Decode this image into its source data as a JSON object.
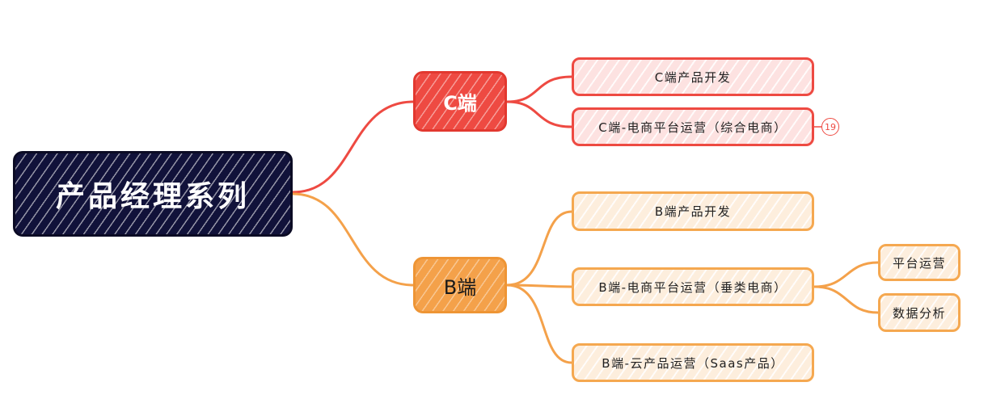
{
  "mindmap": {
    "root": {
      "label": "产品经理系列"
    },
    "branches": [
      {
        "label": "C端",
        "color": "#ee4a42",
        "children": [
          {
            "label": "C端产品开发"
          },
          {
            "label": "C端-电商平台运营（综合电商）",
            "badge": "19"
          }
        ]
      },
      {
        "label": "B端",
        "color": "#f4a14a",
        "children": [
          {
            "label": "B端产品开发"
          },
          {
            "label": "B端-电商平台运营（垂类电商）",
            "children": [
              {
                "label": "平台运营"
              },
              {
                "label": "数据分析"
              }
            ]
          },
          {
            "label": "B端-云产品运营（Saas产品）"
          }
        ]
      }
    ]
  },
  "colors": {
    "root_fill": "#11123a",
    "c_branch": "#ee4a42",
    "b_branch": "#f4a14a",
    "c_leaf_fill": "#fde2e1",
    "b_leaf_fill": "#fdeedd"
  },
  "icons": {
    "badge": "numbered-circle-badge"
  }
}
